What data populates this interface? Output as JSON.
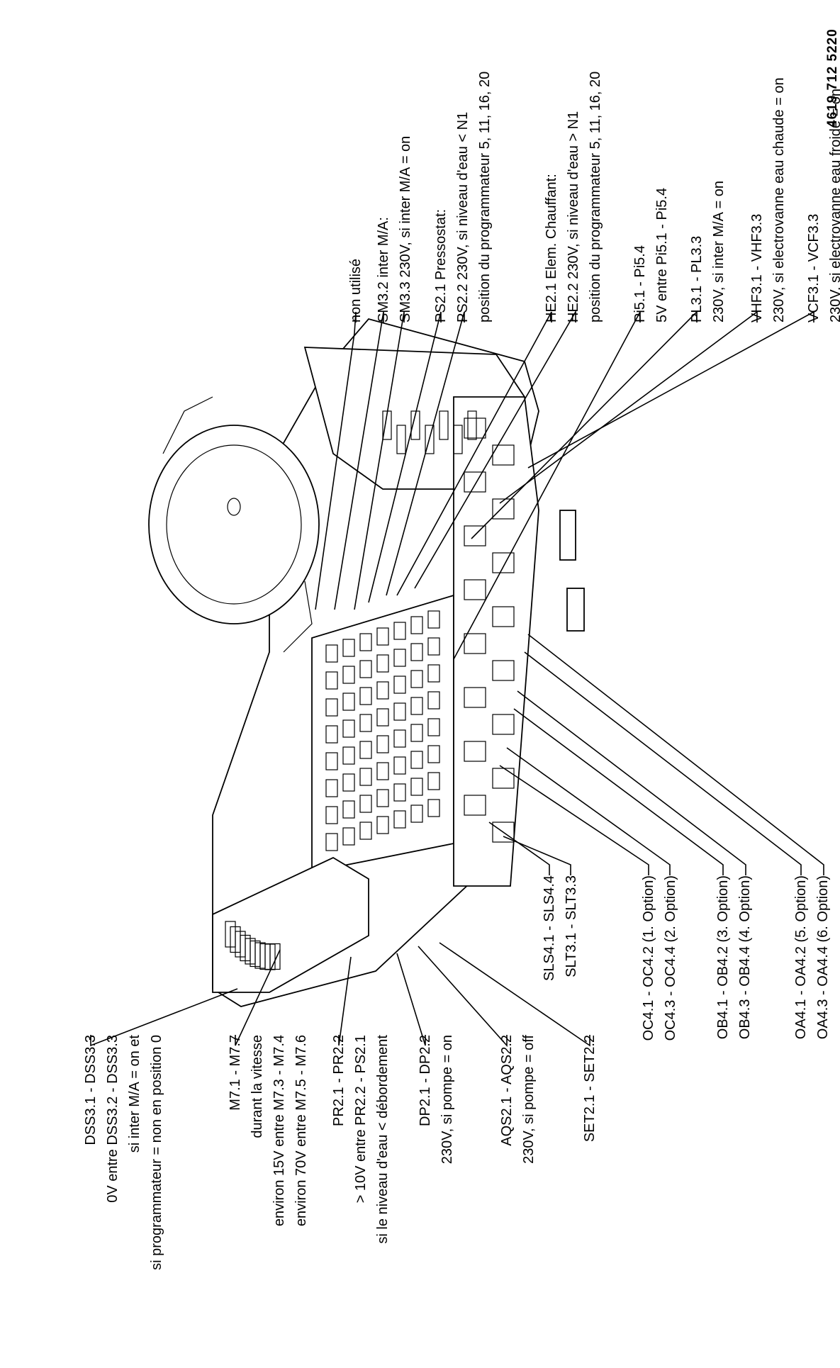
{
  "serial_number": "4619 712 5220",
  "labels_top": [
    {
      "id": "non-utilise",
      "lines": [
        "non utilisé"
      ]
    },
    {
      "id": "sm3",
      "lines": [
        "SM3.2 inter M/A:",
        "SM3.3 230V, si inter M/A = on"
      ]
    },
    {
      "id": "ps2",
      "lines": [
        "PS2.1 Pressostat:",
        "PS2.2 230V, si niveau d'eau < N1",
        "position du programmateur 5, 11, 16, 20"
      ]
    },
    {
      "id": "he2",
      "lines": [
        "HE2.1 Elem. Chauffant:",
        "HE2.2 230V, si niveau d'eau > N1",
        "position du programmateur 5, 11, 16, 20"
      ]
    },
    {
      "id": "pi5",
      "lines": [
        "Pi5.1 - Pi5.4",
        "5V entre Pi5.1 - Pi5.4"
      ]
    },
    {
      "id": "pl3",
      "lines": [
        "PL3.1 - PL3.3",
        "230V, si inter M/A = on"
      ]
    },
    {
      "id": "vhf3",
      "lines": [
        "VHF3.1 - VHF3.3",
        "230V, si electrovanne eau chaude = on"
      ]
    },
    {
      "id": "vcf3",
      "lines": [
        "VCF3.1 - VCF3.3",
        "230V, si electrovanne eau froide = on"
      ]
    }
  ],
  "labels_bottom": [
    {
      "id": "dss3",
      "lines": [
        "DSS3.1 - DSS3.3",
        "0V entre DSS3.2 - DSS3.3",
        "si inter M/A = on et",
        "si programmateur = non en position 0"
      ]
    },
    {
      "id": "m7",
      "lines": [
        "M7.1 - M7.7",
        "durant la vitesse",
        "environ 15V entre M7.3 - M7.4",
        "environ 70V entre M7.5 - M7.6"
      ]
    },
    {
      "id": "pr2",
      "lines": [
        "PR2.1 - PR2.2",
        "> 10V entre PR2.2 - PS2.1",
        "si le niveau d'eau < débordement"
      ]
    },
    {
      "id": "dp2",
      "lines": [
        "DP2.1 - DP2.2",
        "230V, si pompe = on"
      ]
    },
    {
      "id": "aqs2",
      "lines": [
        "AQS2.1 - AQS2.2",
        "230V, si pompe = off"
      ]
    },
    {
      "id": "set2",
      "lines": [
        "SET2.1 - SET2.2"
      ]
    },
    {
      "id": "sls-slt",
      "lines": [
        "SLS4.1 - SLS4.4",
        "SLT3.1 - SLT3.3"
      ]
    },
    {
      "id": "oc4",
      "lines": [
        "OC4.1 - OC4.2 (1. Option)",
        "OC4.3 - OC4.4 (2. Option)"
      ]
    },
    {
      "id": "ob4",
      "lines": [
        "OB4.1 - OB4.2 (3. Option)",
        "OB4.3 - OB4.4 (4. Option)"
      ]
    },
    {
      "id": "oa4",
      "lines": [
        "OA4.1 - OA4.2 (5. Option)",
        "OA4.3 - OA4.4 (6. Option)"
      ]
    }
  ]
}
